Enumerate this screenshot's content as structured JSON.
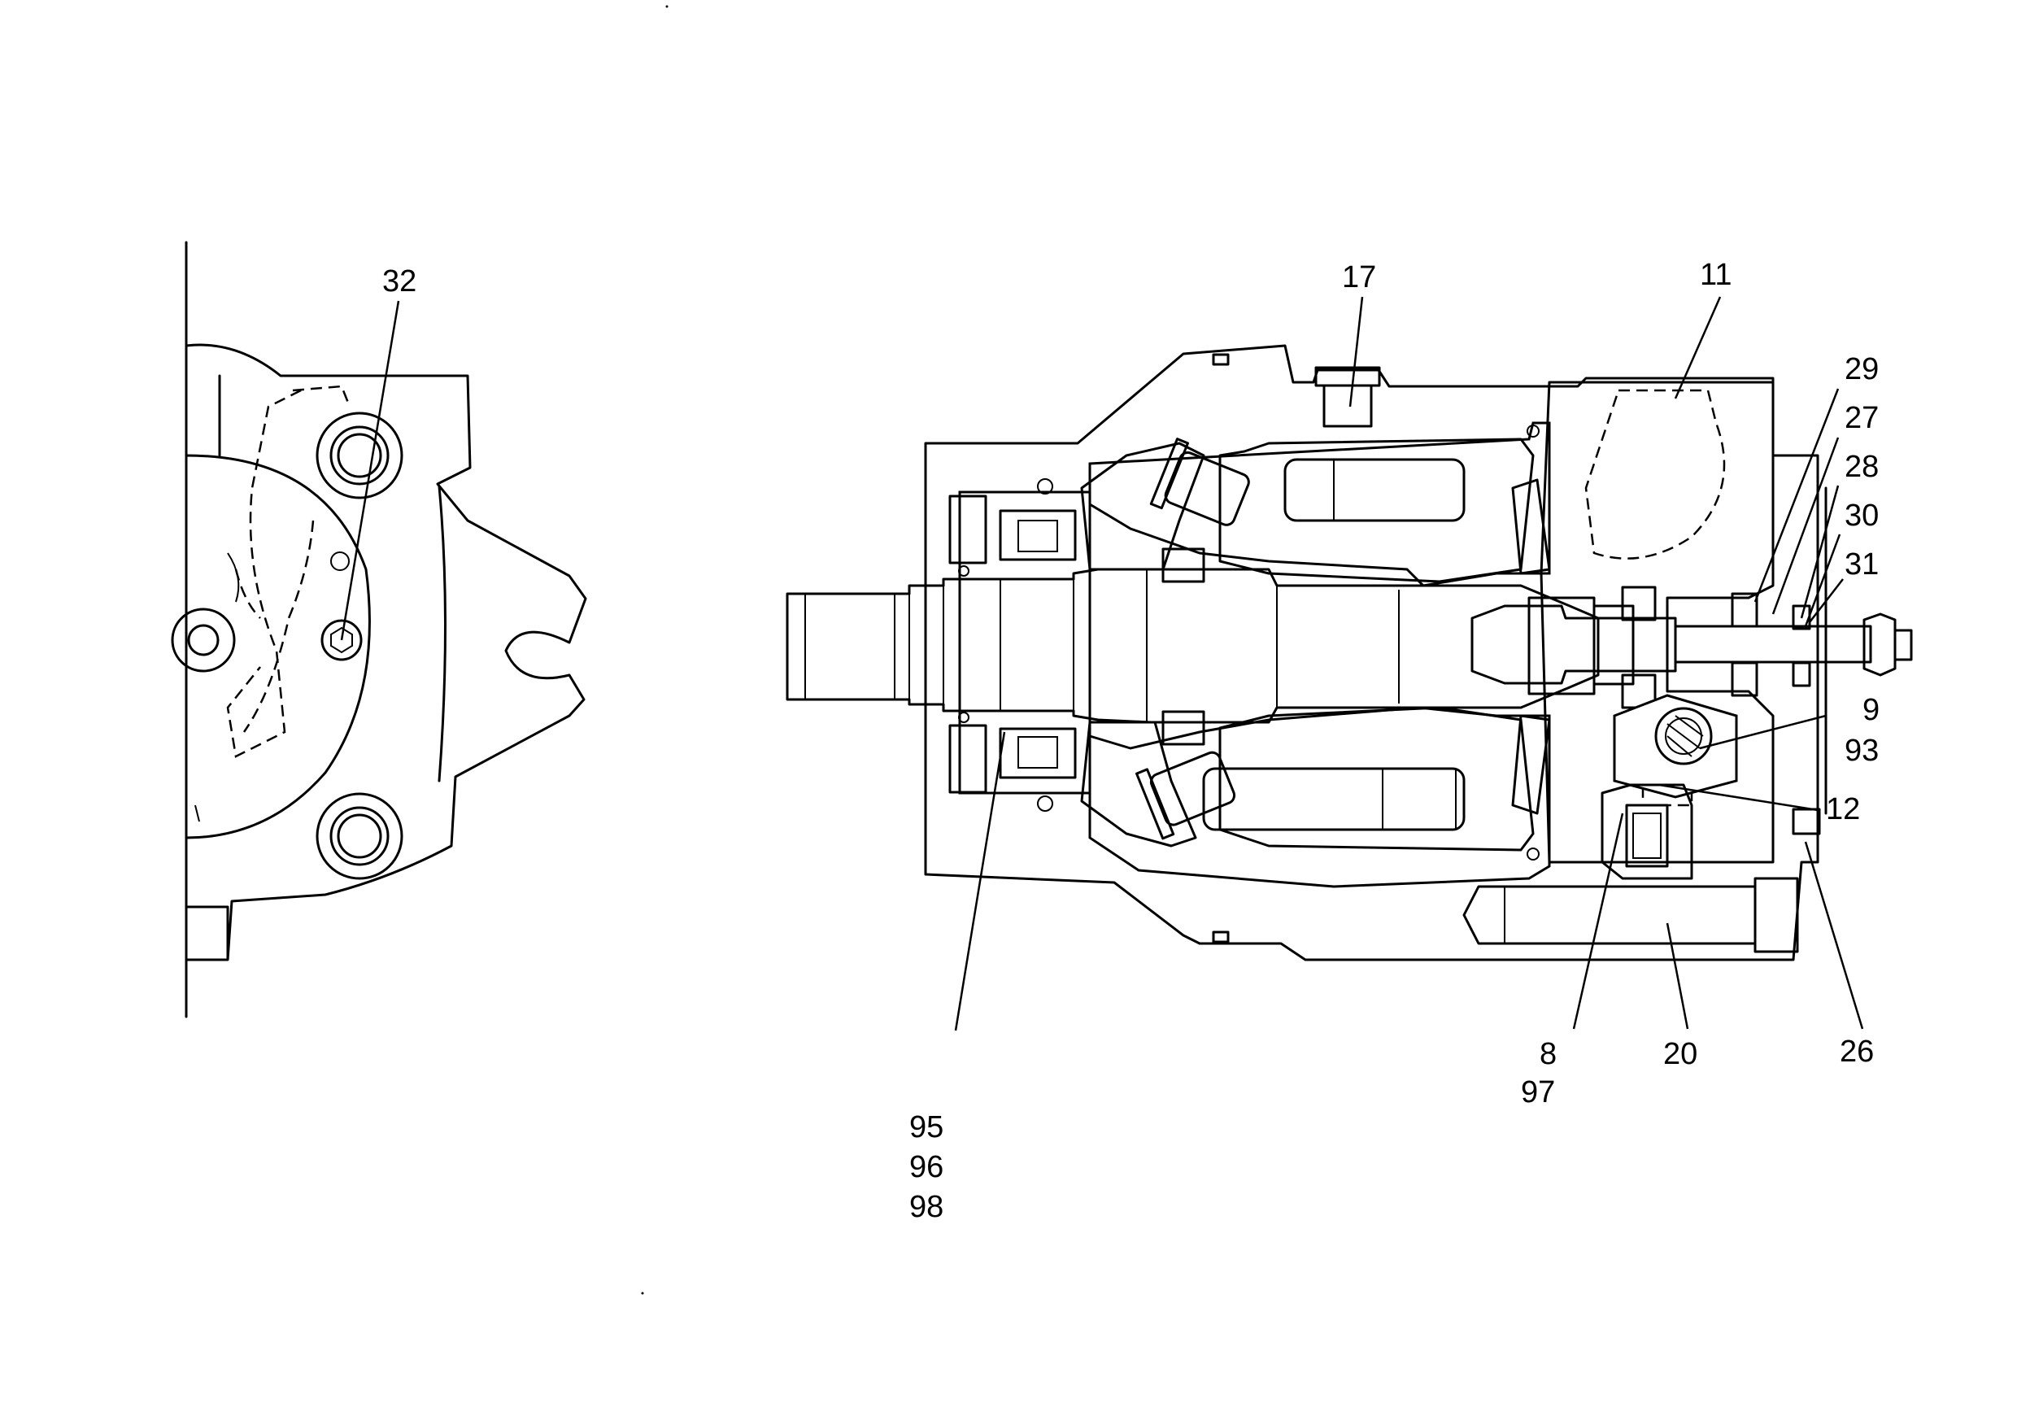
{
  "part_labels": {
    "p32": "32",
    "p17": "17",
    "p11": "11",
    "p29": "29",
    "p27": "27",
    "p28": "28",
    "p30": "30",
    "p31": "31",
    "p9": "9",
    "p93": "93",
    "p12": "12",
    "p8": "8",
    "p97": "97",
    "p20": "20",
    "p26": "26",
    "p95": "95",
    "p96": "96",
    "p98": "98"
  }
}
